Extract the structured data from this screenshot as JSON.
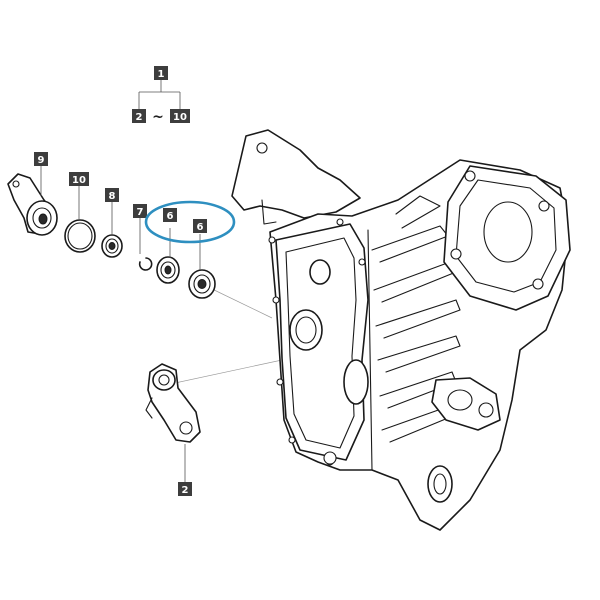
{
  "labels": {
    "assembly": "1",
    "range_from": "2",
    "range_sep": "~",
    "range_to": "10",
    "part_9": "9",
    "part_10": "10",
    "part_8": "8",
    "part_7": "7",
    "part_6a": "6",
    "part_6b": "6",
    "part_2": "2"
  },
  "colors": {
    "callout_box": "#3d3d3d",
    "callout_text": "#ffffff",
    "highlight": "#2e8fc0",
    "line_art": "#1a1a1a"
  }
}
